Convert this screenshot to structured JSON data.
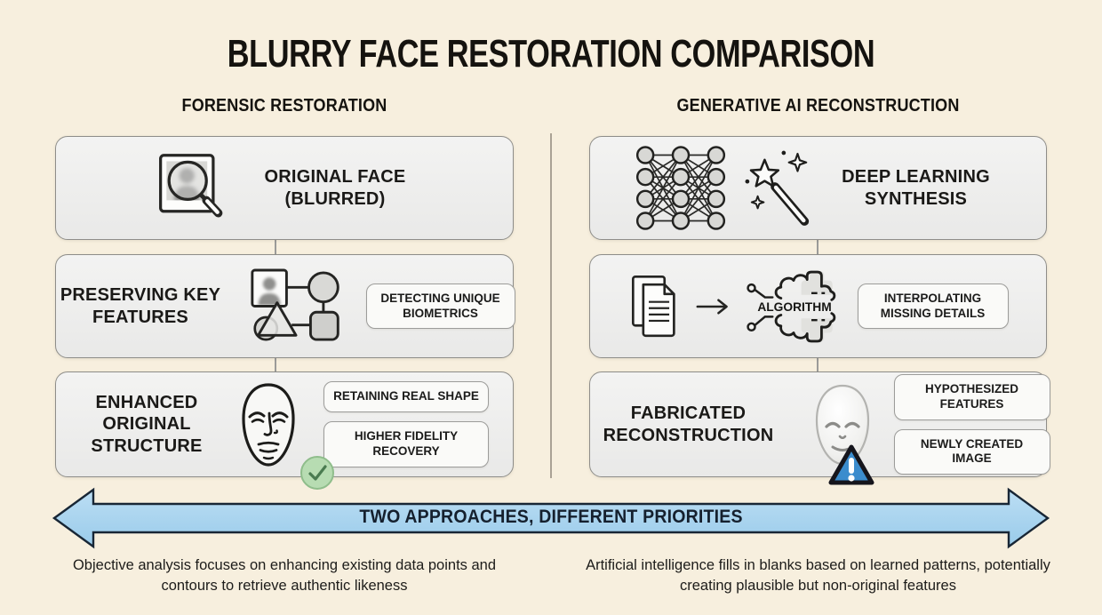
{
  "title": "BLURRY FACE RESTORATION COMPARISON",
  "left": {
    "header": "FORENSIC RESTORATION",
    "box1": {
      "label": "ORIGINAL FACE (BLURRED)",
      "icon": "photo-magnifier-icon"
    },
    "box2": {
      "label": "PRESERVING KEY FEATURES",
      "icon": "feature-extraction-icon",
      "tag1": "DETECTING UNIQUE BIOMETRICS"
    },
    "box3": {
      "label": "ENHANCED ORIGINAL STRUCTURE",
      "icon": "face-outline-icon",
      "tag1": "RETAINING REAL SHAPE",
      "tag2": "HIGHER FIDELITY RECOVERY",
      "badge": "check-icon"
    },
    "caption": "Objective analysis focuses on enhancing existing data points and contours to retrieve authentic likeness"
  },
  "right": {
    "header": "GENERATIVE AI RECONSTRUCTION",
    "box1": {
      "label": "DEEP LEARNING SYNTHESIS",
      "icons": [
        "neural-network-icon",
        "magic-wand-icon"
      ]
    },
    "box2": {
      "icon_label": "ALGORITHM",
      "icons": [
        "documents-icon",
        "arrow-right-icon",
        "algorithm-chip-icon"
      ],
      "tag1": "INTERPOLATING MISSING DETAILS"
    },
    "box3": {
      "label": "FABRICATED RECONSTRUCTION",
      "icon": "mask-face-icon",
      "tag1": "HYPOTHESIZED FEATURES",
      "tag2": "NEWLY CREATED IMAGE",
      "badge": "warning-triangle-icon"
    },
    "caption": "Artificial intelligence fills in blanks based on learned patterns, potentially creating plausible but non-original features"
  },
  "banner": {
    "label": "TWO APPROACHES, DIFFERENT PRIORITIES"
  },
  "colors": {
    "background": "#f7efde",
    "box_fill": "#eeeeed",
    "box_border": "#8e8d89",
    "banner_fill": "#a7d3ef",
    "banner_border": "#182635",
    "check_fill": "#b7dcb2",
    "check_stroke": "#4a7b50",
    "warning_fill": "#3b8ccd"
  }
}
